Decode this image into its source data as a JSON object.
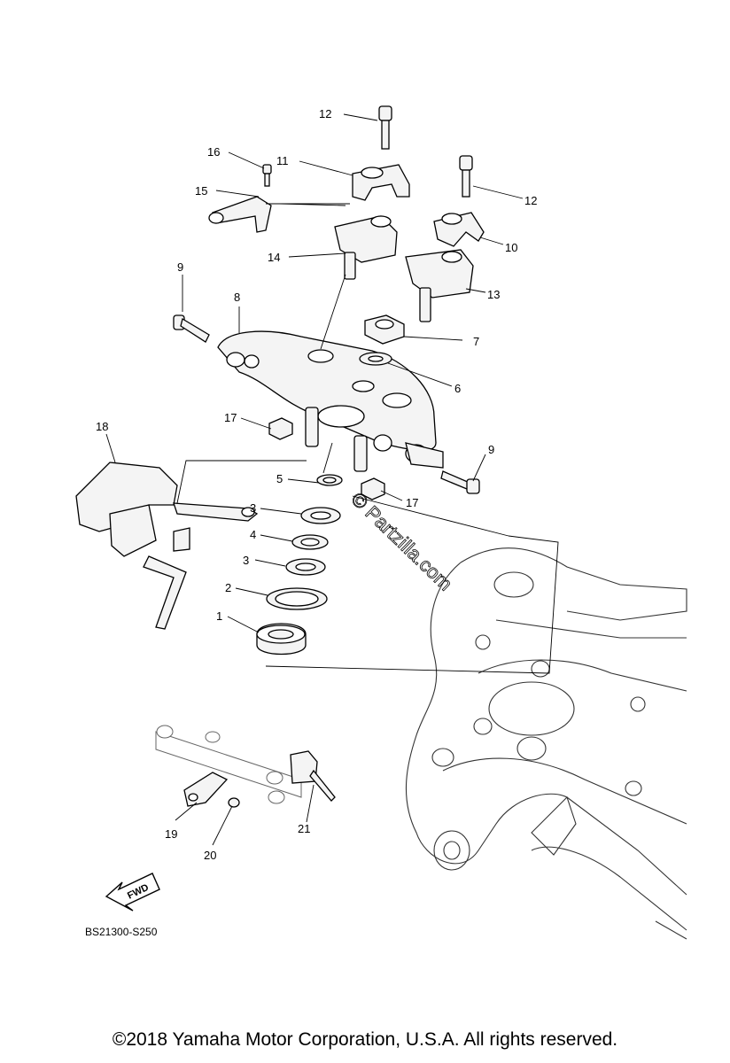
{
  "callouts": {
    "c1": "1",
    "c2": "2",
    "c3a": "3",
    "c3b": "3",
    "c4": "4",
    "c5": "5",
    "c6": "6",
    "c7": "7",
    "c8": "8",
    "c9a": "9",
    "c9b": "9",
    "c10": "10",
    "c11": "11",
    "c12a": "12",
    "c12b": "12",
    "c13": "13",
    "c14": "14",
    "c15": "15",
    "c16": "16",
    "c17a": "17",
    "c17b": "17",
    "c18": "18",
    "c19": "19",
    "c20": "20",
    "c21": "21"
  },
  "direction_label": "FWD",
  "diagram_code": "BS21300-S250",
  "watermark": "© Partzilla.com",
  "copyright": "©2018  Yamaha Motor Corporation, U.S.A. All rights reserved."
}
